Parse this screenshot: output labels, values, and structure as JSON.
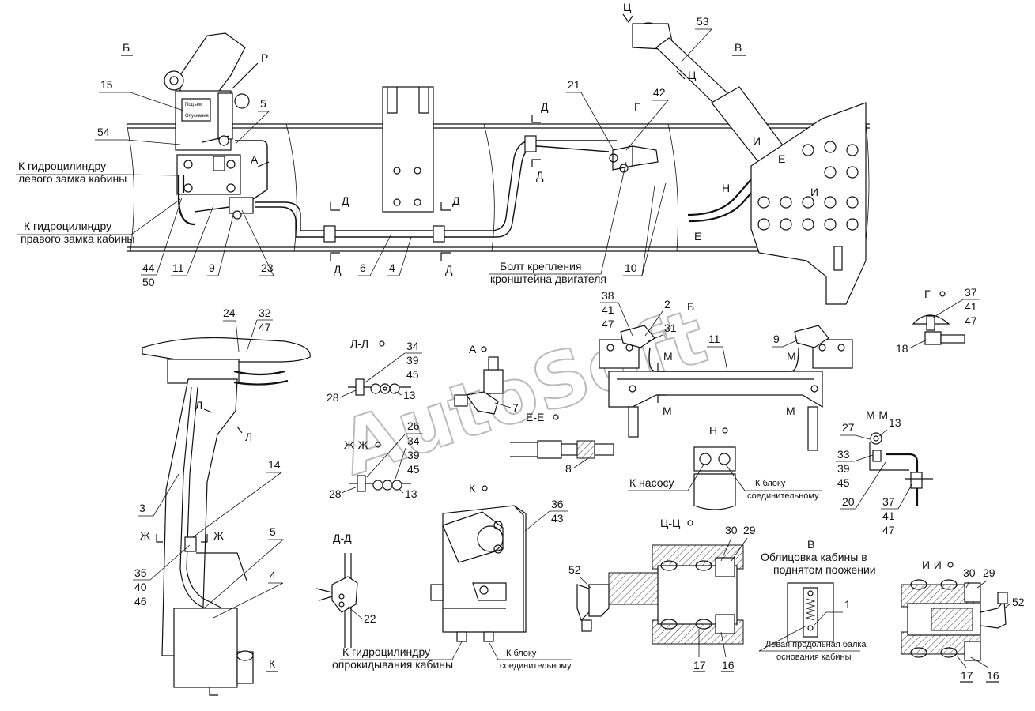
{
  "watermark": "AutoSoft",
  "views": {
    "B_cyr": "Б",
    "V": "В",
    "LL": "Л-Л",
    "A": "А",
    "EE": "Е-Е",
    "N": "Н",
    "G": "Г",
    "ZhZh": "Ж-Ж",
    "K": "К",
    "DD": "Д-Д",
    "TsTs": "Ц-Ц",
    "MM": "М-М",
    "II": "И-И",
    "B_small": "Б"
  },
  "section_marks": {
    "Ts": "Ц",
    "R": "Р",
    "A": "А",
    "D": "Д",
    "G": "Г",
    "I": "И",
    "E": "Е",
    "N": "Н",
    "L": "Л",
    "Zh": "Ж",
    "M": "М",
    "K": "К",
    "A_top": "А"
  },
  "annotations": {
    "left_lock": [
      "К гидроцилиндру",
      "левого замка кабины"
    ],
    "right_lock": [
      "К гидроцилиндру",
      "правого замка кабины"
    ],
    "engine_bolt": [
      "Болт крепления",
      "кронштейна двигателя"
    ],
    "to_pump": "К насосу",
    "to_block_n": [
      "К блоку",
      "соединительному"
    ],
    "to_tilt": [
      "К гидроцилиндру",
      "опрокидывания кабины"
    ],
    "to_block_k": [
      "К блоку",
      "соединительному"
    ],
    "cabin_raised": [
      "Облицовка кабины в",
      "поднятом поожении"
    ],
    "left_beam": [
      "Левая продольная балка",
      "основания кабины"
    ]
  },
  "callouts": {
    "n15": "15",
    "n54": "54",
    "n5a": "5",
    "n44": "44",
    "n50": "50",
    "n11a": "11",
    "n9a": "9",
    "n23": "23",
    "n6": "6",
    "n4a": "4",
    "n21": "21",
    "n42": "42",
    "n10": "10",
    "n53": "53",
    "n24": "24",
    "n32": "32",
    "n47a": "47",
    "n14": "14",
    "n3": "3",
    "n35": "35",
    "n40": "40",
    "n46": "46",
    "n5b": "5",
    "n4b": "4",
    "n34a": "34",
    "n39a": "39",
    "n45a": "45",
    "n28a": "28",
    "n13a": "13",
    "n7": "7",
    "n8": "8",
    "n26": "26",
    "n34b": "34",
    "n39b": "39",
    "n45b": "45",
    "n28b": "28",
    "n13b": "13",
    "n22": "22",
    "n36": "36",
    "n43": "43",
    "n38": "38",
    "n41a": "41",
    "n47b": "47",
    "n2": "2",
    "n31": "31",
    "n11b": "11",
    "n9b": "9",
    "n37a": "37",
    "n41b": "41",
    "n47c": "47",
    "n18": "18",
    "n27": "27",
    "n13c": "13",
    "n33": "33",
    "n39c": "39",
    "n45c": "45",
    "n20": "20",
    "n37b": "37",
    "n41c": "41",
    "n47d": "47",
    "n52a": "52",
    "n30a": "30",
    "n29a": "29",
    "n17a": "17",
    "n16a": "16",
    "n1": "1",
    "n30b": "30",
    "n29b": "29",
    "n52b": "52",
    "n17b": "17",
    "n16b": "16"
  },
  "gauge_text": [
    "Подъем",
    "Опускание"
  ],
  "colors": {
    "line": "#111111",
    "watermark": "#bbbbbb",
    "background": "#ffffff"
  }
}
